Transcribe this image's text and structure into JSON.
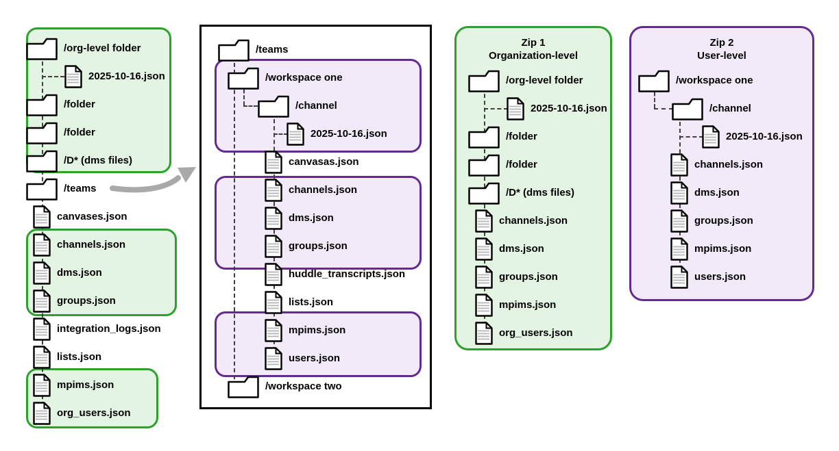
{
  "colors": {
    "green_border": "#2da02d",
    "green_fill": "#e4f4e2",
    "purple_border": "#632b90",
    "purple_fill": "#f3eaf9",
    "panel_border": "#000000",
    "connector": "#3f3f3f",
    "arrow": "#a9a9a9",
    "text": "#000000",
    "bg": "#ffffff"
  },
  "icons": {
    "folder": "folder-icon",
    "file": "file-icon",
    "arrow": "curved-arrow-icon"
  },
  "panels": {
    "org_tree": {
      "items": [
        {
          "label": "/org-level folder",
          "icon": "folder"
        },
        {
          "label": "2025-10-16.json",
          "icon": "file"
        },
        {
          "label": "/folder",
          "icon": "folder"
        },
        {
          "label": "/folder",
          "icon": "folder"
        },
        {
          "label": "/D* (dms files)",
          "icon": "folder"
        },
        {
          "label": "/teams",
          "icon": "folder"
        },
        {
          "label": "canvases.json",
          "icon": "file"
        },
        {
          "label": "channels.json",
          "icon": "file"
        },
        {
          "label": "dms.json",
          "icon": "file"
        },
        {
          "label": "groups.json",
          "icon": "file"
        },
        {
          "label": "integration_logs.json",
          "icon": "file"
        },
        {
          "label": "lists.json",
          "icon": "file"
        },
        {
          "label": "mpims.json",
          "icon": "file"
        },
        {
          "label": "org_users.json",
          "icon": "file"
        }
      ]
    },
    "teams_tree": {
      "items": [
        {
          "label": "/teams",
          "icon": "folder"
        },
        {
          "label": "/workspace one",
          "icon": "folder"
        },
        {
          "label": "/channel",
          "icon": "folder"
        },
        {
          "label": "2025-10-16.json",
          "icon": "file"
        },
        {
          "label": "canvasas.json",
          "icon": "file"
        },
        {
          "label": "channels.json",
          "icon": "file"
        },
        {
          "label": "dms.json",
          "icon": "file"
        },
        {
          "label": "groups.json",
          "icon": "file"
        },
        {
          "label": "huddle_transcripts.json",
          "icon": "file"
        },
        {
          "label": "lists.json",
          "icon": "file"
        },
        {
          "label": "mpims.json",
          "icon": "file"
        },
        {
          "label": "users.json",
          "icon": "file"
        },
        {
          "label": "/workspace two",
          "icon": "folder"
        }
      ]
    },
    "zip1": {
      "title_line1": "Zip 1",
      "title_line2": "Organization-level",
      "items": [
        {
          "label": "/org-level folder",
          "icon": "folder"
        },
        {
          "label": "2025-10-16.json",
          "icon": "file"
        },
        {
          "label": "/folder",
          "icon": "folder"
        },
        {
          "label": "/folder",
          "icon": "folder"
        },
        {
          "label": "/D* (dms files)",
          "icon": "folder"
        },
        {
          "label": "channels.json",
          "icon": "file"
        },
        {
          "label": "dms.json",
          "icon": "file"
        },
        {
          "label": "groups.json",
          "icon": "file"
        },
        {
          "label": "mpims.json",
          "icon": "file"
        },
        {
          "label": "org_users.json",
          "icon": "file"
        }
      ]
    },
    "zip2": {
      "title_line1": "Zip 2",
      "title_line2": "User-level",
      "items": [
        {
          "label": "/workspace one",
          "icon": "folder"
        },
        {
          "label": "/channel",
          "icon": "folder"
        },
        {
          "label": "2025-10-16.json",
          "icon": "file"
        },
        {
          "label": "channels.json",
          "icon": "file"
        },
        {
          "label": "dms.json",
          "icon": "file"
        },
        {
          "label": "groups.json",
          "icon": "file"
        },
        {
          "label": "mpims.json",
          "icon": "file"
        },
        {
          "label": "users.json",
          "icon": "file"
        }
      ]
    }
  }
}
